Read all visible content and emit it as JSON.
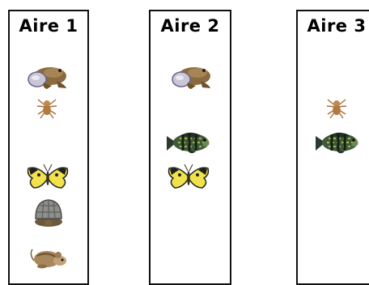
{
  "areas": [
    {
      "title": "Aire 1",
      "animals": [
        "frog",
        "spider",
        "butterfly",
        "turtle",
        "mouse"
      ]
    },
    {
      "title": "Aire 2",
      "animals": [
        "frog",
        "fish",
        "butterfly"
      ]
    },
    {
      "title": "Aire 3",
      "animals": [
        "spider",
        "fish"
      ]
    }
  ],
  "colors": {
    "border": "#111111",
    "background": "#ffffff"
  }
}
